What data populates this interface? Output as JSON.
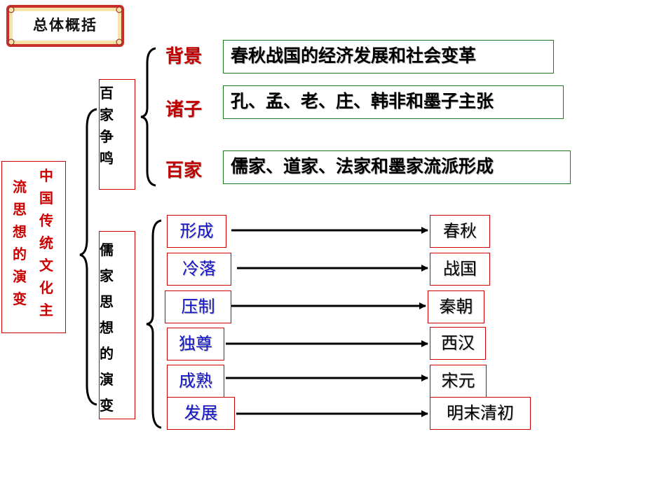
{
  "title": "总体概括",
  "main_topic": [
    "中国传统文化主",
    "流思想的演变"
  ],
  "section1": {
    "label": "百家争鸣",
    "items": [
      {
        "category": "背景",
        "text": "春秋战国的经济发展和社会变革"
      },
      {
        "category": "诸子",
        "text": "孔、孟、老、庄、韩非和墨子主张"
      },
      {
        "category": "百家",
        "text": "儒家、道家、法家和墨家流派形成"
      }
    ]
  },
  "section2": {
    "label": "儒家思想的演变",
    "stages": [
      {
        "stage": "形成",
        "period": "春秋"
      },
      {
        "stage": "冷落",
        "period": "战国"
      },
      {
        "stage": "压制",
        "period": "秦朝"
      },
      {
        "stage": "独尊",
        "period": "西汉"
      },
      {
        "stage": "成熟",
        "period": "宋元"
      },
      {
        "stage": "发展",
        "period": "明末清初"
      }
    ]
  },
  "colors": {
    "red": "#cc0000",
    "green": "#1e7a1e",
    "blue": "#1515c8",
    "title_plate": "#f6e3a8"
  }
}
